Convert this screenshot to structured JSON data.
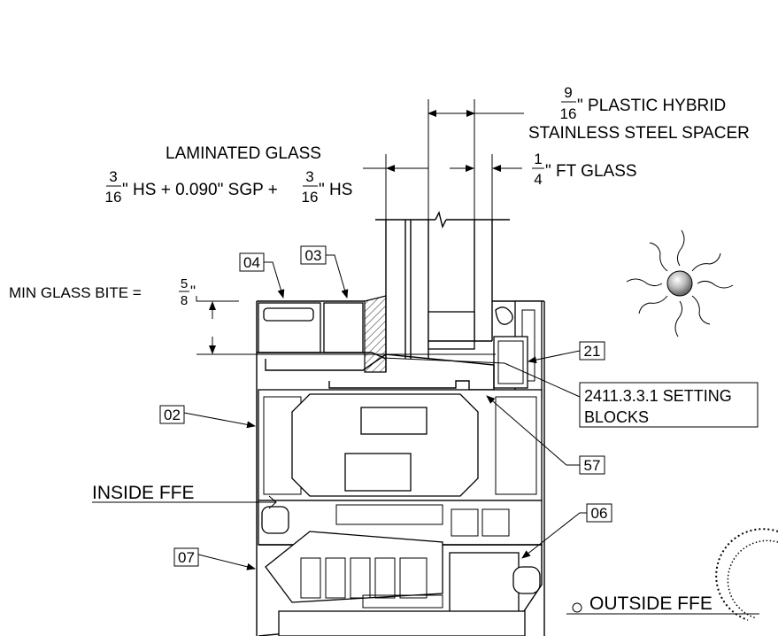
{
  "labels": {
    "spacer_frac_num": "9",
    "spacer_frac_den": "16",
    "spacer_line1": "\" PLASTIC HYBRID",
    "spacer_line2": "STAINLESS STEEL SPACER",
    "laminated_title": "LAMINATED GLASS",
    "lam_frac1_num": "3",
    "lam_frac1_den": "16",
    "lam_middle": "\" HS + 0.090\" SGP +",
    "lam_frac2_num": "3",
    "lam_frac2_den": "16",
    "lam_end": "\" HS",
    "ft_frac_num": "1",
    "ft_frac_den": "4",
    "ft_text": "\" FT GLASS",
    "bite_text": "MIN GLASS BITE =",
    "bite_frac_num": "5",
    "bite_frac_den": "8",
    "bite_quote": "\"",
    "setting_line1": "2411.3.3.1 SETTING",
    "setting_line2": "BLOCKS",
    "inside_ffe": "INSIDE FFE",
    "outside_ffe": "OUTSIDE FFE"
  },
  "callouts": [
    "04",
    "03",
    "02",
    "07",
    "21",
    "57",
    "06"
  ],
  "icons": [
    "sun-icon",
    "seal-stamp"
  ],
  "colors": {
    "line": "#000000",
    "background": "#ffffff"
  }
}
